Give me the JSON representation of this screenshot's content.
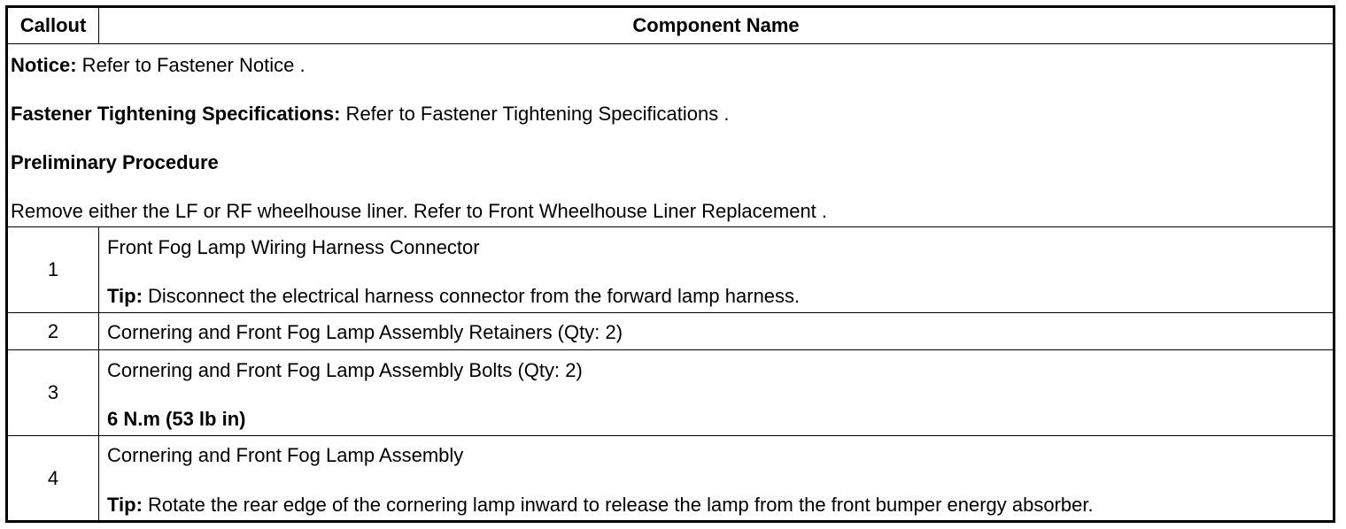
{
  "header": {
    "callout": "Callout",
    "component_name": "Component Name"
  },
  "notes": {
    "notice_label": "Notice:",
    "notice_text": " Refer to Fastener Notice .",
    "fastener_label": "Fastener Tightening Specifications:",
    "fastener_text": " Refer to Fastener Tightening Specifications .",
    "preliminary_heading": "Preliminary Procedure",
    "preliminary_text": "Remove either the LF or RF wheelhouse liner. Refer to Front Wheelhouse Liner Replacement ."
  },
  "rows": [
    {
      "callout": "1",
      "name": "Front Fog Lamp Wiring Harness Connector",
      "tip_label": "Tip:",
      "tip_text": " Disconnect the electrical harness connector from the forward lamp harness."
    },
    {
      "callout": "2",
      "name": "Cornering and Front Fog Lamp Assembly Retainers (Qty: 2)"
    },
    {
      "callout": "3",
      "name": "Cornering and Front Fog Lamp Assembly Bolts (Qty: 2)",
      "torque": "6 N.m (53 lb in)"
    },
    {
      "callout": "4",
      "name": "Cornering and Front Fog Lamp Assembly",
      "tip_label": "Tip:",
      "tip_text": " Rotate the rear edge of the cornering lamp inward to release the lamp from the front bumper energy absorber."
    }
  ]
}
